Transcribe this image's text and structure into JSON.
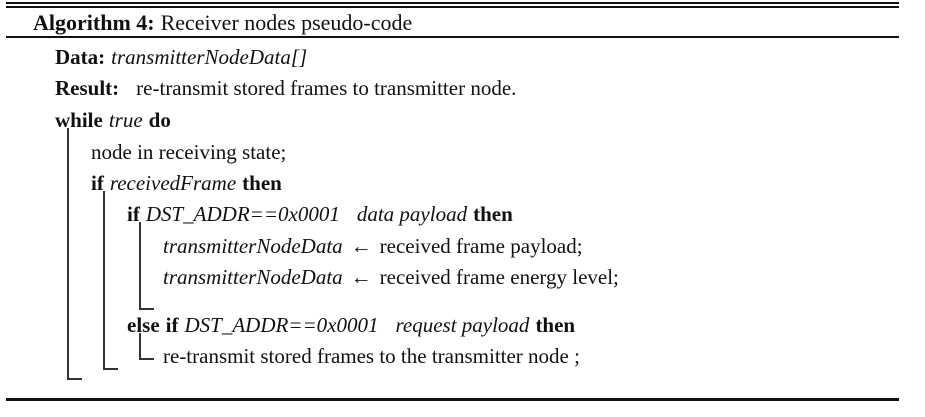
{
  "algorithm": {
    "label": "Algorithm 4:",
    "title": "Receiver nodes pseudo-code",
    "data_keyword": "Data:",
    "data_value": "transmitterNodeData[]",
    "result_keyword": "Result:",
    "result_value": "re-transmit stored frames to transmitter node.",
    "lines": [
      {
        "id": "while-true-do",
        "indent": 0,
        "parts": [
          "while",
          "true",
          "do"
        ]
      },
      {
        "id": "node-receiving-state",
        "indent": 1,
        "parts": [
          "node in receiving state;"
        ]
      },
      {
        "id": "if-received-frame",
        "indent": 1,
        "parts": [
          "if",
          "receivedFrame",
          "then"
        ]
      },
      {
        "id": "if-dst-addr-data-payload",
        "indent": 2,
        "parts": [
          "if",
          "DST_ADDR==0x0001",
          "data payload",
          "then"
        ]
      },
      {
        "id": "assign-frame-payload",
        "indent": 3,
        "parts": [
          "transmitterNodeData",
          "←",
          "received frame payload;"
        ]
      },
      {
        "id": "assign-frame-energy-level",
        "indent": 3,
        "parts": [
          "transmitterNodeData",
          "←",
          "received frame energy level;"
        ]
      },
      {
        "id": "else-if-dst-addr-request-payload",
        "indent": 2,
        "parts": [
          "else",
          "if",
          "DST_ADDR==0x0001",
          "request payload",
          "then"
        ]
      },
      {
        "id": "retransmit-stored-frames",
        "indent": 3,
        "parts": [
          "re-transmit stored frames to the transmitter node ;"
        ]
      }
    ],
    "keywords": {
      "while": "while",
      "true": "true",
      "do": "do",
      "if": "if",
      "else": "else",
      "then": "then",
      "arrow": "←"
    },
    "text": {
      "node_receiving_state": "node in receiving state;",
      "received_frame": "receivedFrame",
      "dst_addr_cond": "DST_ADDR==0x0001",
      "data_payload": "data payload",
      "request_payload": "request payload",
      "transmitter_node_data": "transmitterNodeData",
      "received_frame_payload": "received frame payload;",
      "received_frame_energy": "received frame energy level;",
      "retransmit_line": "re-transmit stored frames to the transmitter node ;"
    },
    "colors": {
      "ink": "#111111",
      "rule": "#111111",
      "guide": "#333333",
      "page": "#ffffff"
    }
  }
}
